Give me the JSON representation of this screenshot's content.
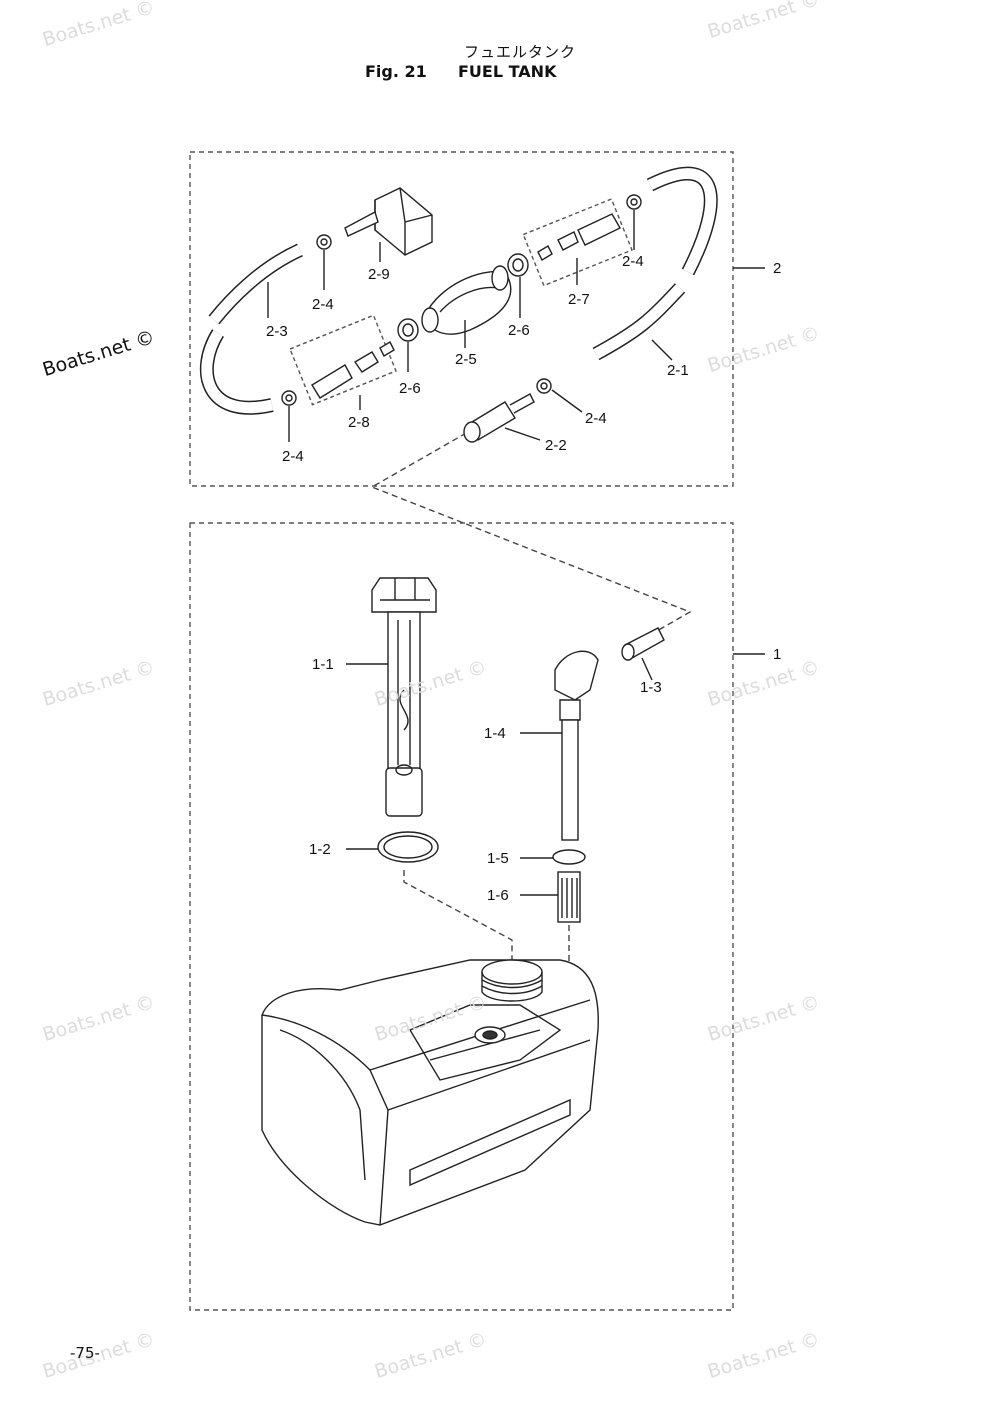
{
  "header": {
    "japanese_title": "フュエルタンク",
    "figure_label": "Fig. 21",
    "title": "FUEL TANK"
  },
  "watermark": "Boats.net ©",
  "page_number": "-75-",
  "groups": [
    {
      "id": "2",
      "label": "2"
    },
    {
      "id": "1",
      "label": "1"
    }
  ],
  "parts": [
    {
      "id": "2-1",
      "label": "2-1"
    },
    {
      "id": "2-2",
      "label": "2-2"
    },
    {
      "id": "2-3",
      "label": "2-3"
    },
    {
      "id": "2-4a",
      "label": "2-4"
    },
    {
      "id": "2-4b",
      "label": "2-4"
    },
    {
      "id": "2-4c",
      "label": "2-4"
    },
    {
      "id": "2-4d",
      "label": "2-4"
    },
    {
      "id": "2-5",
      "label": "2-5"
    },
    {
      "id": "2-6a",
      "label": "2-6"
    },
    {
      "id": "2-6b",
      "label": "2-6"
    },
    {
      "id": "2-7",
      "label": "2-7"
    },
    {
      "id": "2-8",
      "label": "2-8"
    },
    {
      "id": "2-9",
      "label": "2-9"
    },
    {
      "id": "1-1",
      "label": "1-1"
    },
    {
      "id": "1-2",
      "label": "1-2"
    },
    {
      "id": "1-3",
      "label": "1-3"
    },
    {
      "id": "1-4",
      "label": "1-4"
    },
    {
      "id": "1-5",
      "label": "1-5"
    },
    {
      "id": "1-6",
      "label": "1-6"
    }
  ]
}
